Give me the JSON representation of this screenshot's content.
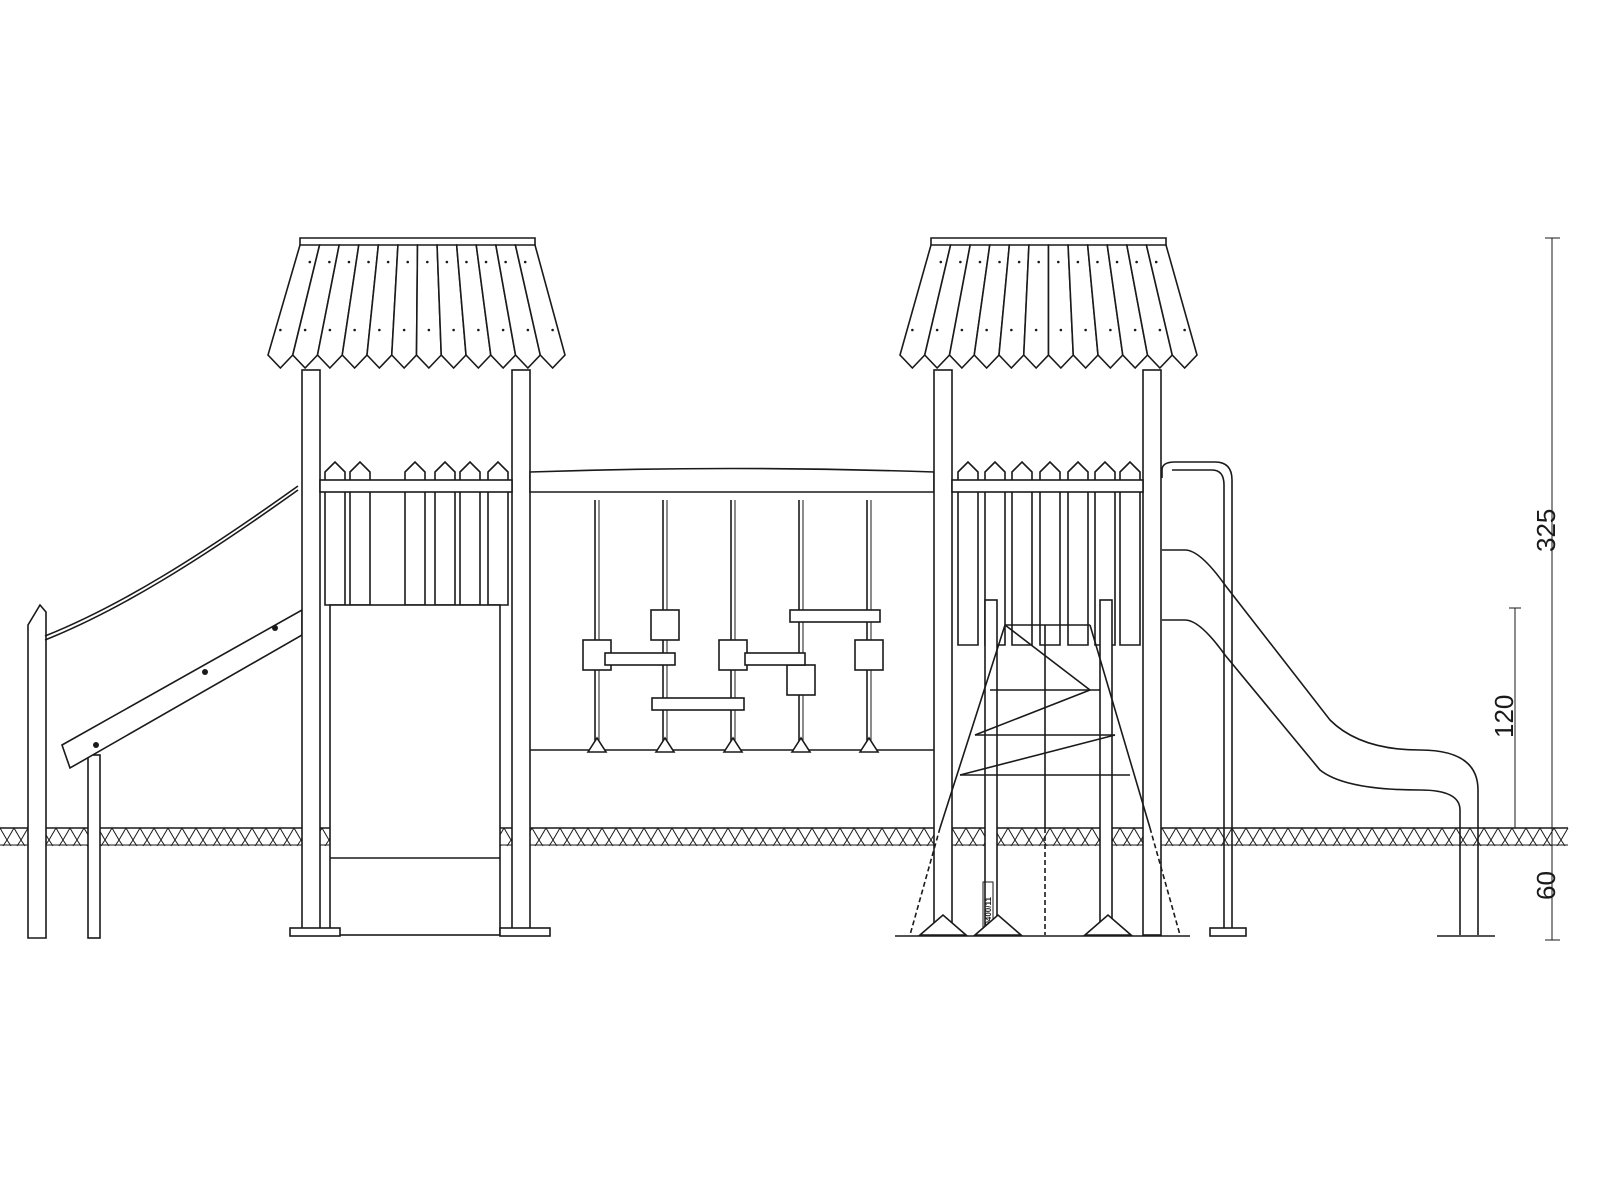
{
  "drawing": {
    "type": "playground elevation drawing",
    "line_color": "#1a1a1a",
    "background": "#ffffff",
    "dimensions": {
      "total_height": "325",
      "platform_height": "120",
      "foundation_depth": "60"
    },
    "product_code": "10400/11",
    "bridge_rungs": 5
  }
}
